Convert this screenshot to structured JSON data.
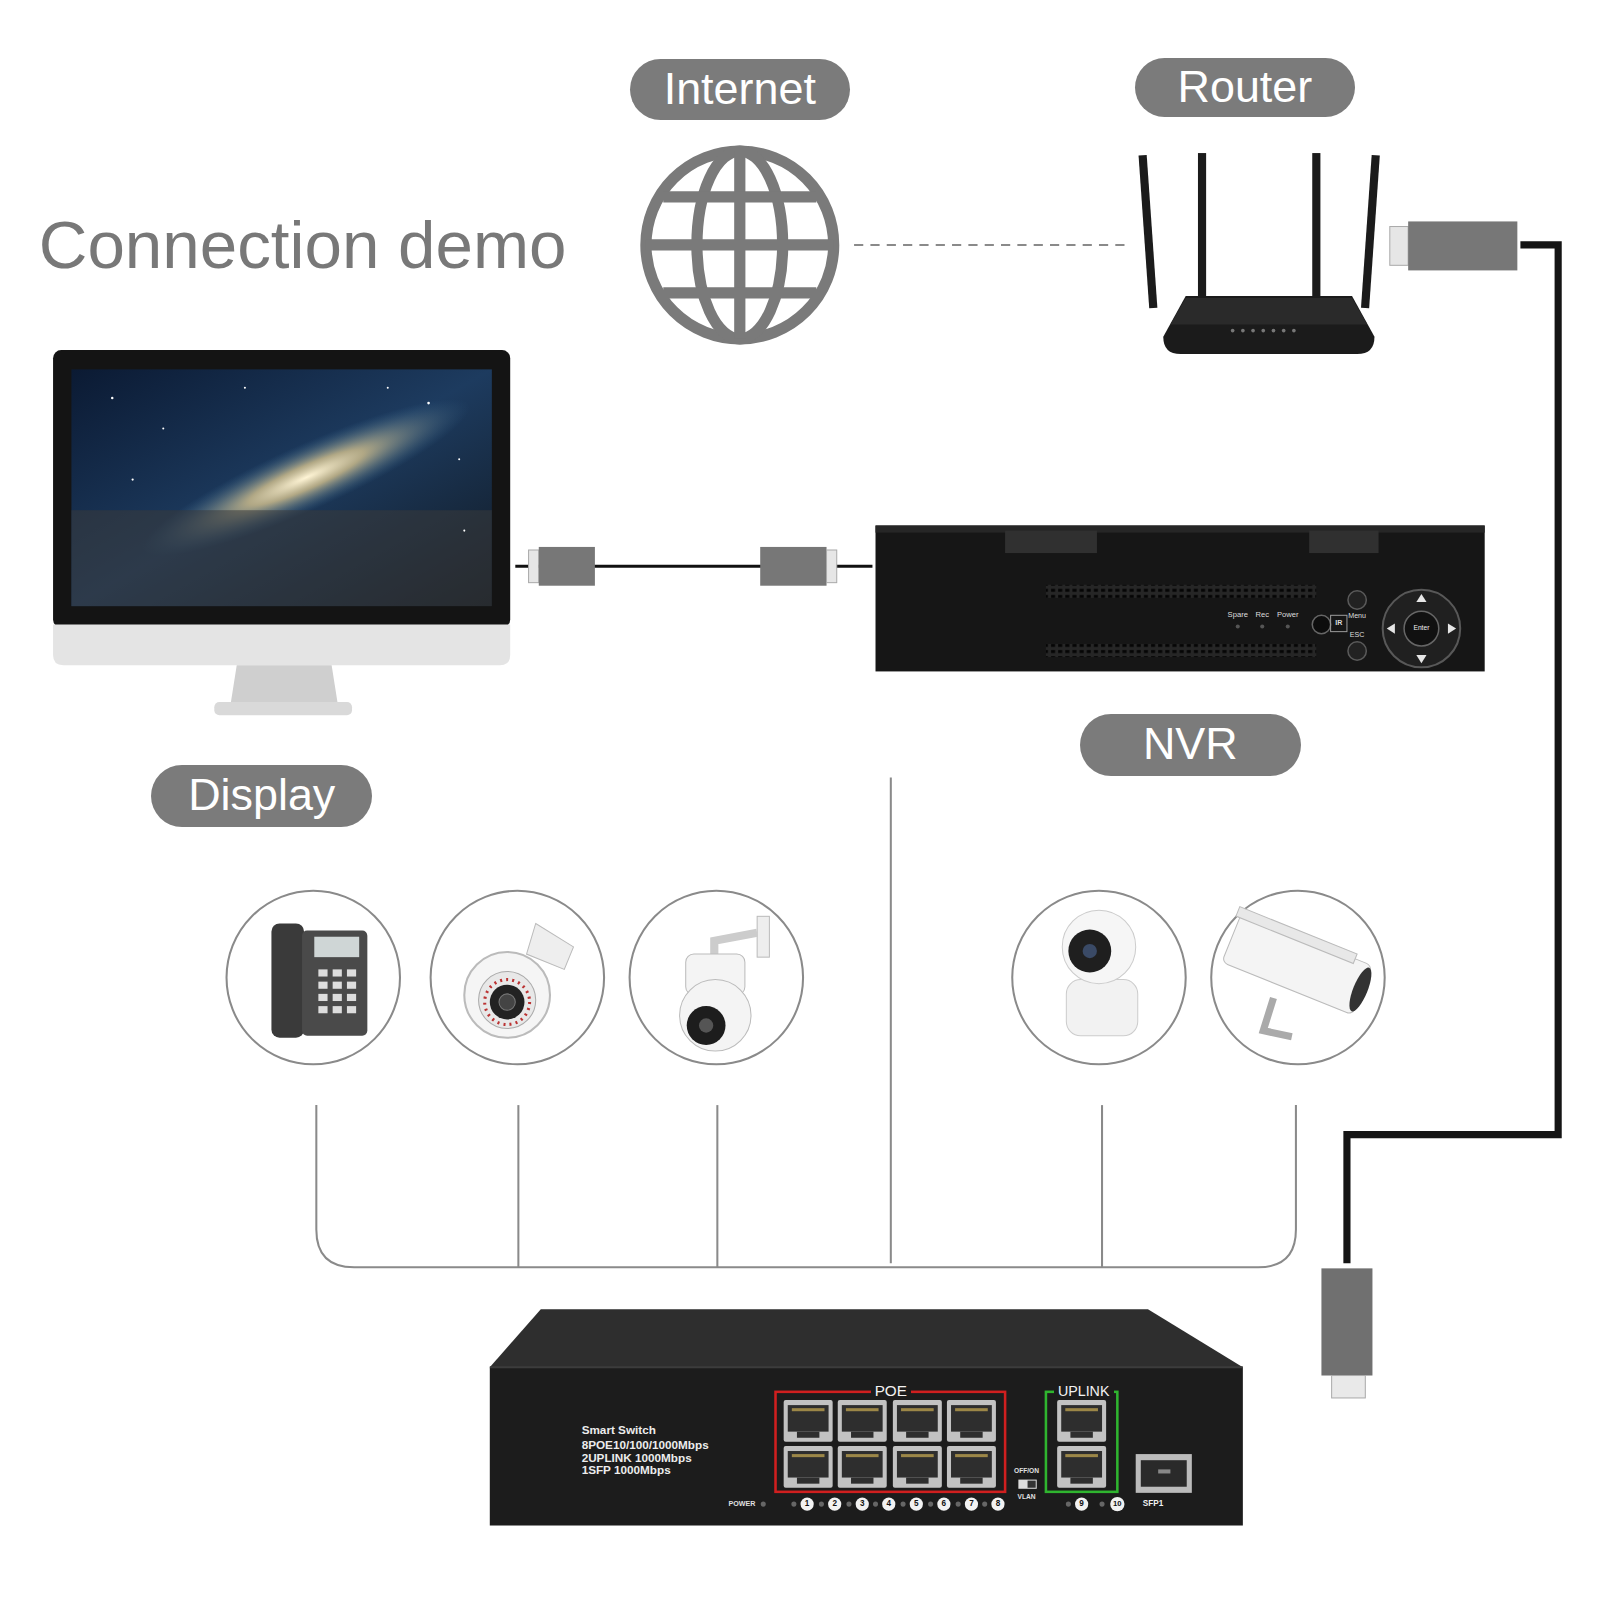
{
  "diagram": {
    "title": "Connection demo",
    "nodes": [
      {
        "text": [
          "Internet"
        ]
      },
      {
        "text": [
          "Router"
        ]
      },
      {
        "text": [
          "Display"
        ]
      },
      {
        "text": [
          "NVR"
        ]
      },
      {
        "text": [
          "Smart Switch",
          "8POE10/100/1000Mbps",
          "2UPLINK 1000Mbps",
          "1SFP 1000Mbps"
        ]
      }
    ],
    "edges": [
      {
        "from": 0,
        "to": 1,
        "arrow": "none"
      },
      {
        "from": 2,
        "to": 3,
        "arrow": "none"
      },
      {
        "from": 3,
        "to": 4,
        "arrow": "none"
      },
      {
        "from": 1,
        "to": 4,
        "arrow": "none"
      }
    ],
    "labels": [
      "Spare",
      "Rec",
      "Power",
      "IR",
      "Menu",
      "ESC",
      "Enter",
      "POE",
      "UPLINK",
      "OFF/ON",
      "VLAN",
      "POWER",
      "1",
      "2",
      "3",
      "4",
      "5",
      "6",
      "7",
      "8",
      "9",
      "10",
      "SFP1"
    ]
  }
}
